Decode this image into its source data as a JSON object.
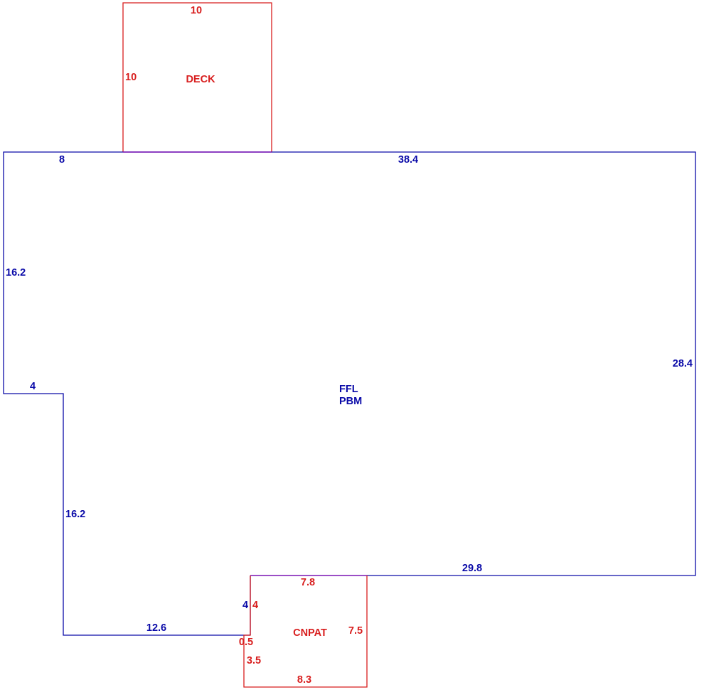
{
  "colors": {
    "main_structure": "#0a0aa8",
    "attachments": "#d81e1e",
    "shared_edge": "#7a14b4",
    "background": "#ffffff"
  },
  "deck": {
    "name": "DECK",
    "top": "10",
    "left": "10"
  },
  "main": {
    "codes": [
      "FFL",
      "PBM"
    ],
    "top_left": "8",
    "top_right": "38.4",
    "left_upper": "16.2",
    "step_top": "4",
    "left_lower": "16.2",
    "bottom_left": "12.6",
    "notch": "4",
    "bottom_right": "29.8",
    "right": "28.4"
  },
  "cnpat": {
    "name": "CNPAT",
    "top": "7.8",
    "left_upper": "4",
    "step": "0.5",
    "left_lower": "3.5",
    "bottom": "8.3",
    "right": "7.5"
  }
}
